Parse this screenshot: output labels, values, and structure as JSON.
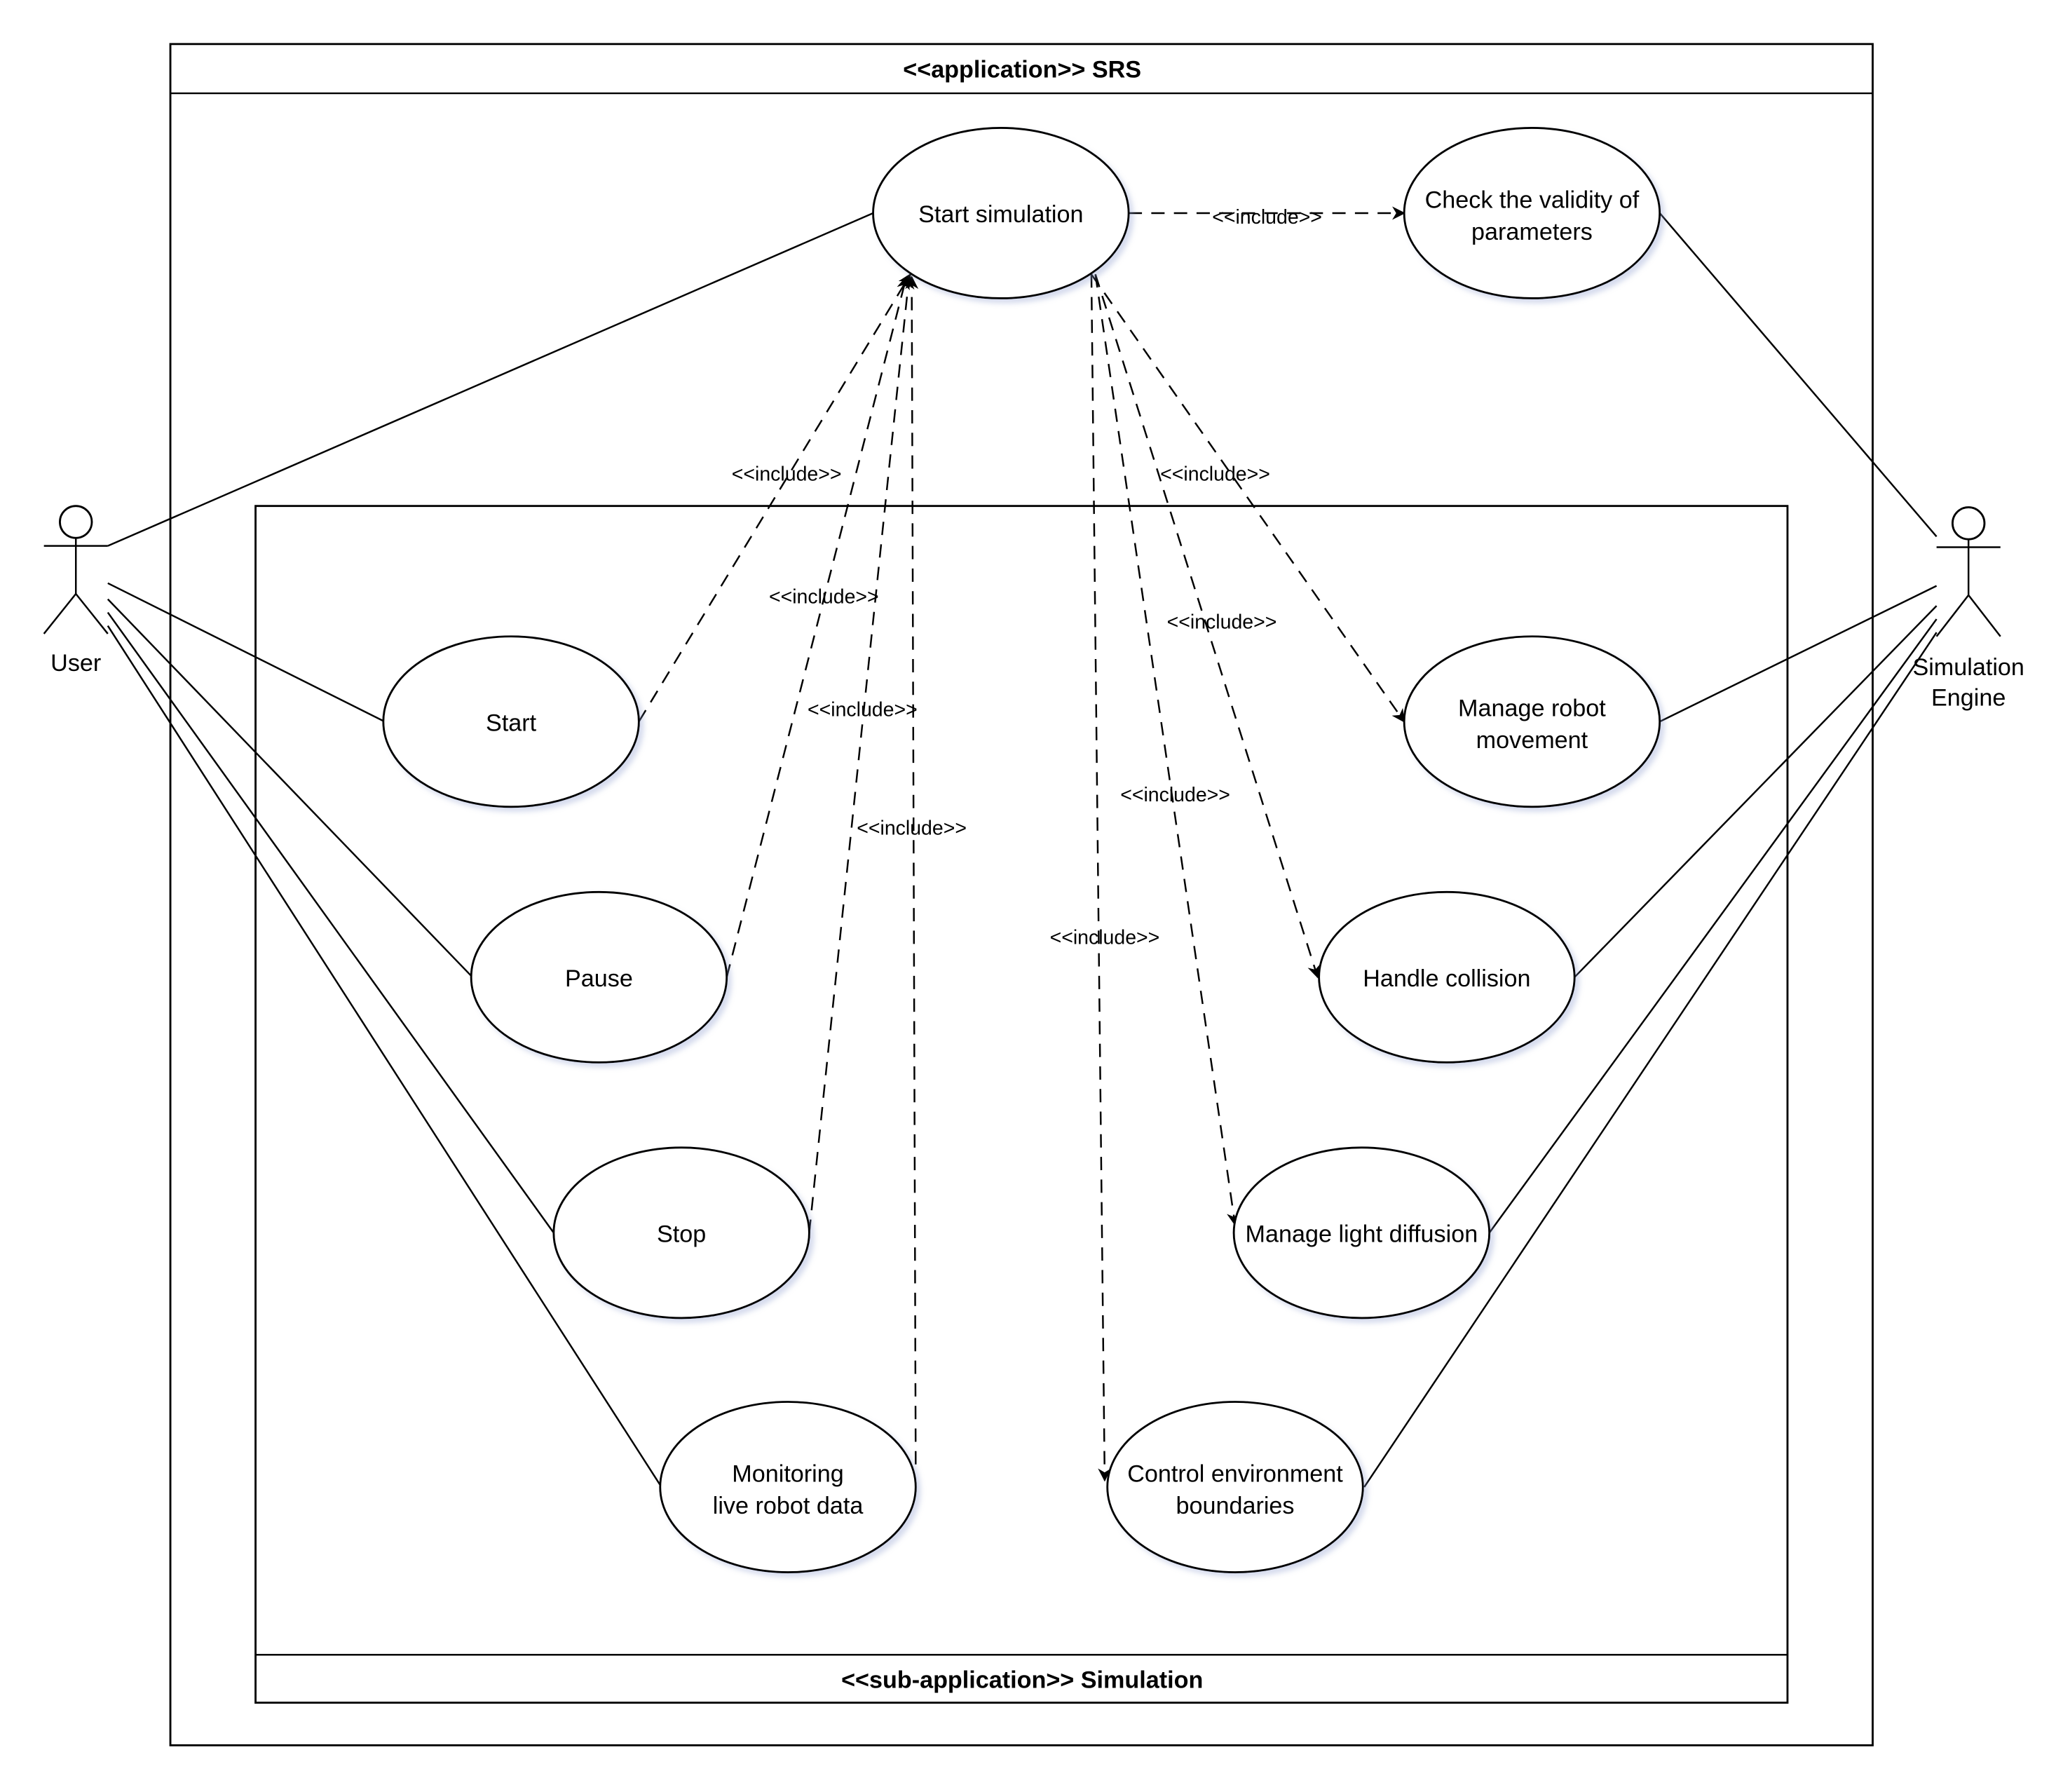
{
  "system": {
    "title": "<<application>> SRS"
  },
  "subsystem": {
    "title": "<<sub-application>> Simulation"
  },
  "actors": {
    "user": "User",
    "engine_line1": "Simulation",
    "engine_line2": "Engine"
  },
  "use_cases": {
    "start_simulation": "Start simulation",
    "check_validity_1": "Check the validity of",
    "check_validity_2": "parameters",
    "start": "Start",
    "pause": "Pause",
    "stop": "Stop",
    "monitoring_1": "Monitoring",
    "monitoring_2": "live robot data",
    "robot_movement_1": "Manage robot",
    "robot_movement_2": "movement",
    "handle_collision": "Handle collision",
    "light_diffusion": "Manage light diffusion",
    "env_boundaries_1": "Control environment",
    "env_boundaries_2": "boundaries"
  },
  "relations": {
    "include": "<<include>>"
  }
}
